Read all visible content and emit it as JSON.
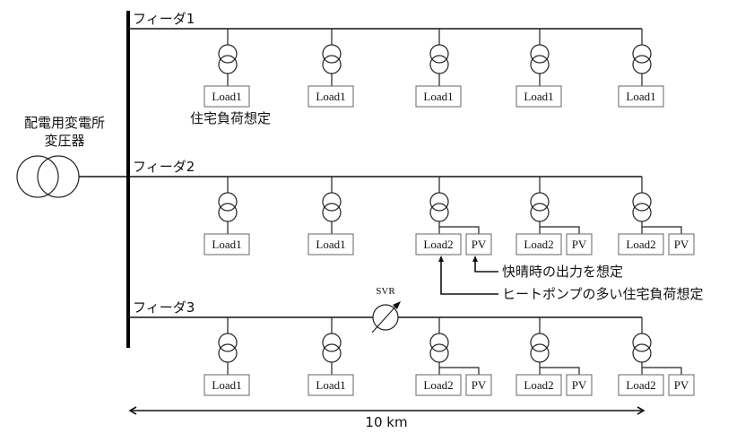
{
  "substation": {
    "label_line1": "配電用変電所",
    "label_line2": "変圧器"
  },
  "feeders": [
    {
      "name": "フィーダ1",
      "has_svr": false,
      "nodes": [
        {
          "load": "Load1",
          "pv": null
        },
        {
          "load": "Load1",
          "pv": null
        },
        {
          "load": "Load1",
          "pv": null
        },
        {
          "load": "Load1",
          "pv": null
        },
        {
          "load": "Load1",
          "pv": null
        }
      ]
    },
    {
      "name": "フィーダ2",
      "has_svr": false,
      "nodes": [
        {
          "load": "Load1",
          "pv": null
        },
        {
          "load": "Load1",
          "pv": null
        },
        {
          "load": "Load2",
          "pv": "PV"
        },
        {
          "load": "Load2",
          "pv": "PV"
        },
        {
          "load": "Load2",
          "pv": "PV"
        }
      ]
    },
    {
      "name": "フィーダ3",
      "has_svr": true,
      "svr_label": "SVR",
      "nodes": [
        {
          "load": "Load1",
          "pv": null
        },
        {
          "load": "Load1",
          "pv": null
        },
        {
          "load": "Load2",
          "pv": "PV"
        },
        {
          "load": "Load2",
          "pv": "PV"
        },
        {
          "load": "Load2",
          "pv": "PV"
        }
      ]
    }
  ],
  "annotations": {
    "load1_note": "住宅負荷想定",
    "pv_note": "快晴時の出力を想定",
    "load2_note": "ヒートポンプの多い住宅負荷想定"
  },
  "dimension": {
    "label": "10 km"
  }
}
